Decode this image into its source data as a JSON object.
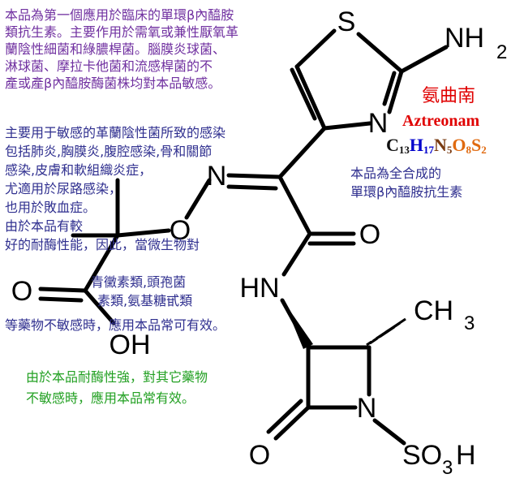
{
  "drug": {
    "name_cn": "氨曲南",
    "name_en": "Aztreonam",
    "formula": [
      {
        "el": "C",
        "n": "13",
        "color": "#111111"
      },
      {
        "el": "H",
        "n": "17",
        "color": "#0000cc"
      },
      {
        "el": "N",
        "n": "5",
        "color": "#7a3b12"
      },
      {
        "el": "O",
        "n": "8",
        "color": "#e06a10"
      },
      {
        "el": "S",
        "n": "2",
        "color": "#e06a10"
      }
    ]
  },
  "atoms": {
    "s": "S",
    "nh2_n": "NH",
    "nh2_sub": "2",
    "n_thiazole": "N",
    "n_oxime": "N",
    "o_oxime": "O",
    "o_amide": "O",
    "hn": "HN",
    "o_acid": "O",
    "oh": "OH",
    "ch3": "CH",
    "ch3_sub": "3",
    "n_lactam": "N",
    "o_lactam": "O",
    "so3h": "SO",
    "so3h_sub": "3",
    "so3h_h": "H"
  },
  "notes": {
    "intro": [
      "本品為第一個應用於臨床的單環β內醯胺",
      "類抗生素。主要作用於需氧或兼性厭氧革",
      "蘭陰性細菌和綠膿桿菌。腦膜炎球菌、",
      "淋球菌、摩拉卡他菌和流感桿菌的不",
      "產或產β內醯胺酶菌株均對本品敏感。"
    ],
    "uses": [
      "主要用于敏感的革蘭陰性菌所致的感染",
      "包括肺炎,胸膜炎,腹腔感染,骨和關節",
      "感染,皮膚和軟組織炎症，",
      "尤適用於尿路感染，",
      "也用於敗血症。",
      "由於本品有較",
      "好的耐酶性能，因此，當微生物對"
    ],
    "uses_tail": [
      "青黴素類,頭孢菌",
      "素類,氨基糖甙類"
    ],
    "uses_end": "等藥物不敏感時，應用本品常可有效。",
    "synthetic": [
      "本品為全合成的",
      "單環β內醯胺抗生素"
    ],
    "green": [
      "由於本品耐酶性強，對其它藥物",
      "不敏感時，應用本品常有效。"
    ]
  }
}
